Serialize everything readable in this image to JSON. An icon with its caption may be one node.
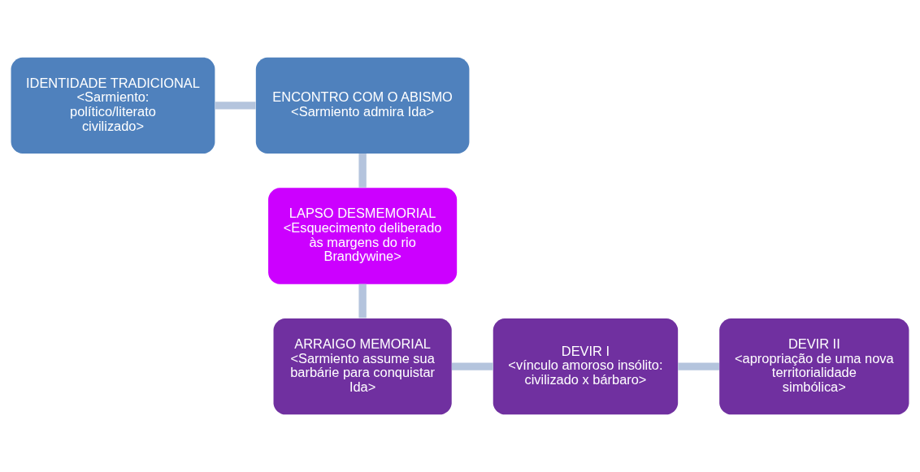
{
  "diagram": {
    "nodes": [
      {
        "text": [
          "IDENTIDADE TRADICIONAL",
          "<Sarmiento: político/literato civilizado>"
        ]
      },
      {
        "text": [
          "ENCONTRO COM O ABISMO",
          "<Sarmiento admira Ida>"
        ]
      },
      {
        "text": [
          "LAPSO DESMEMORIAL",
          "<Esquecimento deliberado às margens do rio Brandywine>"
        ]
      },
      {
        "text": [
          "ARRAIGO MEMORIAL",
          "<Sarmiento assume sua barbárie para conquistar Ida>"
        ]
      },
      {
        "text": [
          "DEVIR I",
          "<vínculo amoroso insólito: civilizado x bárbaro>"
        ]
      },
      {
        "text": [
          "DEVIR II",
          "<apropriação de uma nova territorialidade simbólica>"
        ]
      }
    ],
    "edges": [
      {
        "from": 0,
        "to": 1,
        "arrow": "none"
      },
      {
        "from": 1,
        "to": 2,
        "arrow": "none"
      },
      {
        "from": 2,
        "to": 3,
        "arrow": "none"
      },
      {
        "from": 3,
        "to": 4,
        "arrow": "none"
      },
      {
        "from": 4,
        "to": 5,
        "arrow": "none"
      }
    ]
  }
}
